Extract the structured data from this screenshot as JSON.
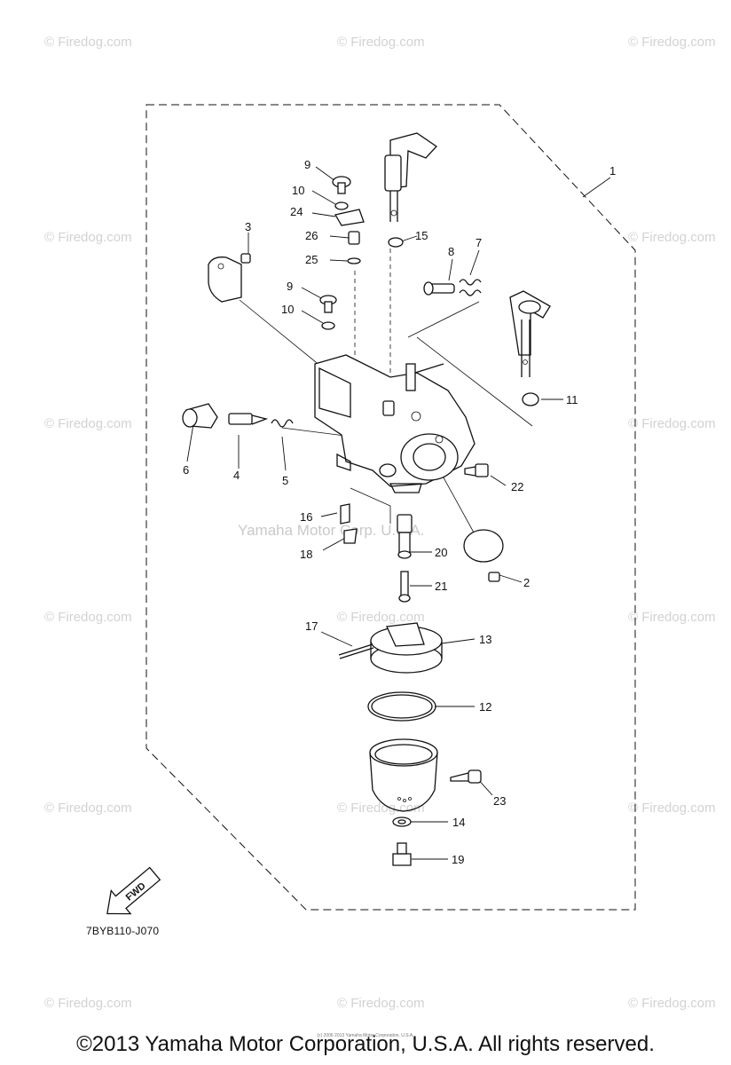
{
  "watermark": {
    "text": "© Firedog.com",
    "center_text": "Yamaha Motor Corp. U.S.A."
  },
  "callouts": [
    "1",
    "2",
    "3",
    "4",
    "5",
    "6",
    "7",
    "8",
    "9",
    "9",
    "10",
    "10",
    "11",
    "12",
    "13",
    "14",
    "15",
    "16",
    "17",
    "18",
    "19",
    "20",
    "21",
    "22",
    "23",
    "24",
    "25",
    "26"
  ],
  "fwd_label": "FWD",
  "part_code": "7BYB110-J070",
  "footer": {
    "copyright": "©2013 Yamaha Motor Corporation, U.S.A. All rights reserved.",
    "small_print": "(c) 2006 2013 Yamaha Motor Corporation, U.S.A."
  }
}
